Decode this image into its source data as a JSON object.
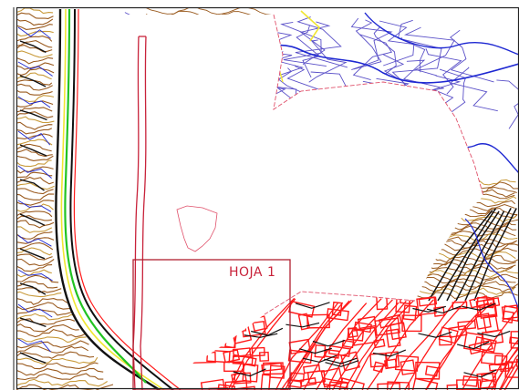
{
  "map": {
    "sheet_label": "HOJA 1",
    "colors": {
      "contour_brown": "#9a5a1e",
      "contour_gold": "#c89a3a",
      "road_black": "#111111",
      "street_blue": "#5a50c8",
      "river_blue": "#1e28d2",
      "urban_red": "#ff1a1a",
      "boundary_crimson": "#c8223a",
      "highway_green": "#22c322",
      "highway_yellow": "#f0e632",
      "frame": "#222222"
    },
    "icons": [
      "contour-lines",
      "road-network",
      "river",
      "urban-blocks",
      "sheet-boundary"
    ]
  }
}
